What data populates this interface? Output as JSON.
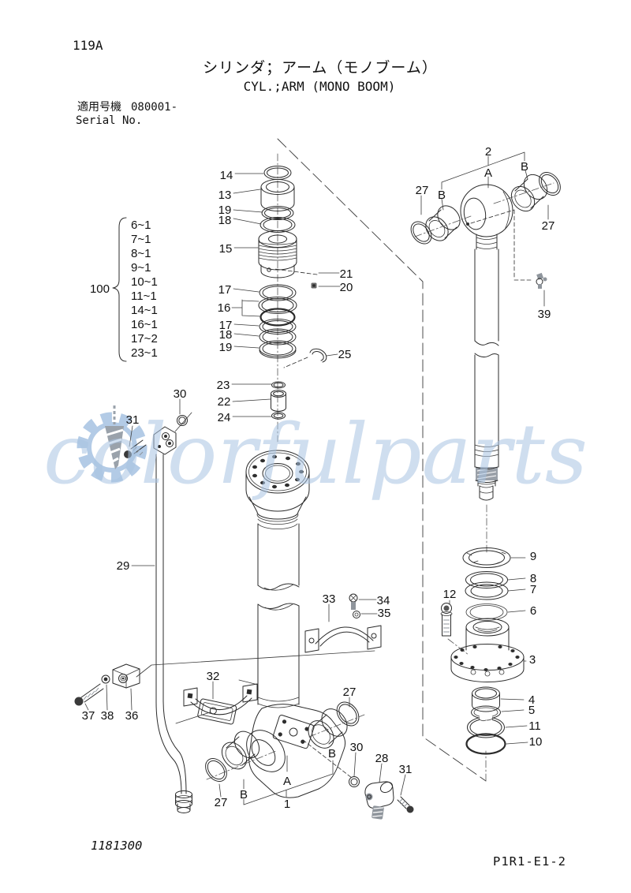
{
  "header": {
    "page_code": "119A",
    "title_jp": "シリンダ；アーム（モノブーム）",
    "title_en": "CYL.;ARM (MONO BOOM)",
    "serial_label_jp": "適用号機",
    "serial_value": "080001-",
    "serial_label_en": "Serial No."
  },
  "footer": {
    "doc_number": "1181300",
    "drawing_code": "P1R1-E1-2"
  },
  "watermark": {
    "text": "colorfulparts",
    "color": "#a9c4e2"
  },
  "assembly_group": {
    "number": "100",
    "items": [
      "6~1",
      "7~1",
      "8~1",
      "9~1",
      "10~1",
      "11~1",
      "14~1",
      "16~1",
      "17~2",
      "23~1"
    ]
  },
  "callouts": {
    "p14": "14",
    "p13": "13",
    "p19a": "19",
    "p18a": "18",
    "p15": "15",
    "p21": "21",
    "p20": "20",
    "p17a": "17",
    "p16": "16",
    "p17b": "17",
    "p18b": "18",
    "p19b": "19",
    "p25": "25",
    "p23": "23",
    "p22": "22",
    "p24": "24",
    "p2": "2",
    "pA_top": "A",
    "pB_topL": "B",
    "pB_topR": "B",
    "p27_topL": "27",
    "p27_topR": "27",
    "p39": "39",
    "p9": "9",
    "p8": "8",
    "p7": "7",
    "p6": "6",
    "p12": "12",
    "p3": "3",
    "p4": "4",
    "p5": "5",
    "p11": "11",
    "p10": "10",
    "p29": "29",
    "p30_left": "30",
    "p31_left": "31",
    "p33": "33",
    "p34": "34",
    "p35": "35",
    "p32": "32",
    "p27_mid": "27",
    "p37": "37",
    "p38": "38",
    "p36": "36",
    "p27_bot": "27",
    "pB_botL": "B",
    "pA_bot": "A",
    "p1": "1",
    "pB_botR": "B",
    "p30_bot": "30",
    "p28": "28",
    "p31_bot": "31"
  }
}
